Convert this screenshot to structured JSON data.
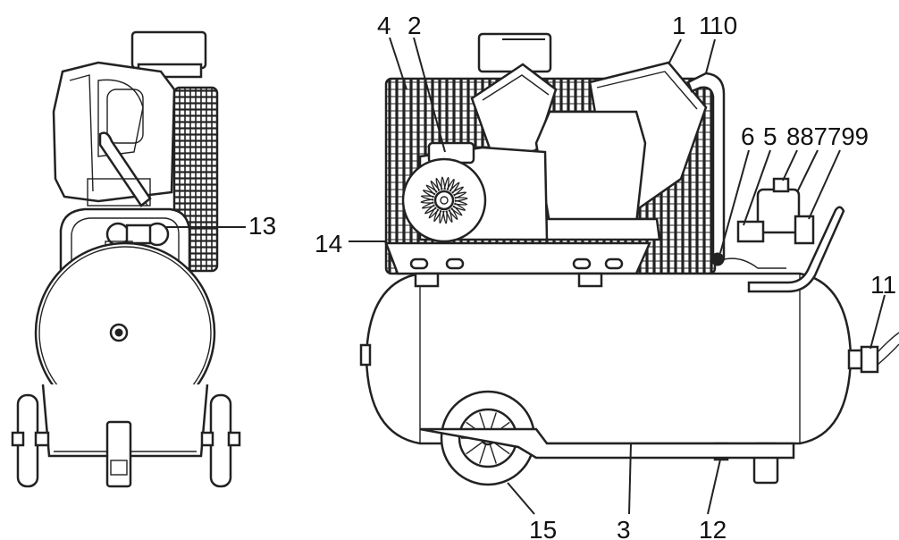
{
  "callouts": {
    "c1": "1",
    "c2": "2",
    "c3": "3",
    "c4": "4",
    "c5": "5",
    "c6": "6",
    "c10": "10",
    "c11": "11",
    "c12": "12",
    "c13": "13",
    "c14": "14",
    "c15": "15",
    "c8877": "887799",
    "c1b": "1"
  },
  "colors": {
    "line": "#222222",
    "fill": "#ffffff",
    "background": "#ffffff"
  }
}
